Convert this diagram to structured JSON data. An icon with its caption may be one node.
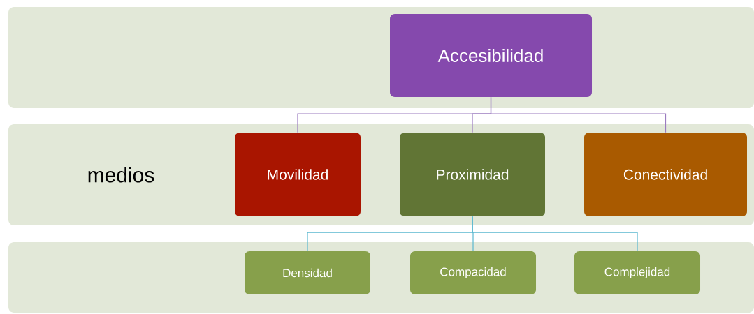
{
  "diagram": {
    "nodes": [
      {
        "text": [],
        "shape": "band"
      },
      {
        "text": [
          "Accesibilidad"
        ],
        "in": 0
      },
      {
        "text": [
          "medios"
        ]
      },
      {
        "text": [
          "Movilidad"
        ],
        "in": 2
      },
      {
        "text": [
          "Proximidad"
        ],
        "in": 2
      },
      {
        "text": [
          "Conectividad"
        ],
        "in": 2
      },
      {
        "text": [],
        "shape": "band"
      },
      {
        "text": [
          "Densidad"
        ],
        "in": 6
      },
      {
        "text": [
          "Compacidad"
        ],
        "in": 6
      },
      {
        "text": [
          "Complejidad"
        ],
        "in": 6
      }
    ],
    "edges": [
      {
        "from": 1,
        "to": 3,
        "arrow": "none",
        "color": "#9b7cc0"
      },
      {
        "from": 1,
        "to": 4,
        "arrow": "none",
        "color": "#9b7cc0"
      },
      {
        "from": 1,
        "to": 5,
        "arrow": "none",
        "color": "#9b7cc0"
      },
      {
        "from": 4,
        "to": 7,
        "arrow": "none",
        "color": "#5bb8d0"
      },
      {
        "from": 4,
        "to": 8,
        "arrow": "none",
        "color": "#5bb8d0"
      },
      {
        "from": 4,
        "to": 9,
        "arrow": "none",
        "color": "#5bb8d0"
      }
    ]
  }
}
